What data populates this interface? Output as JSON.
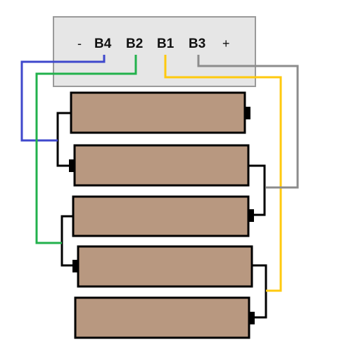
{
  "bms_board": {
    "minus_label": "-",
    "plus_label": "+",
    "terminals": [
      {
        "id": "b4",
        "label": "B4"
      },
      {
        "id": "b2",
        "label": "B2"
      },
      {
        "id": "b1",
        "label": "B1"
      },
      {
        "id": "b3",
        "label": "B3"
      }
    ]
  },
  "colors": {
    "board_fill": "#e6e6e6",
    "board_stroke": "#9a9a9a",
    "cell_fill": "#b89880",
    "cell_stroke": "#000000",
    "wire_b4": "#3f48cc",
    "wire_b2": "#22b14c",
    "wire_b1": "#ffc90e",
    "wire_b3": "#8c8c8c",
    "link": "#000000"
  },
  "cells": [
    {
      "id": "cell-1",
      "positive_terminal": "right"
    },
    {
      "id": "cell-2",
      "positive_terminal": "left"
    },
    {
      "id": "cell-3",
      "positive_terminal": "right"
    },
    {
      "id": "cell-4",
      "positive_terminal": "left"
    },
    {
      "id": "cell-5",
      "positive_terminal": "right"
    }
  ]
}
